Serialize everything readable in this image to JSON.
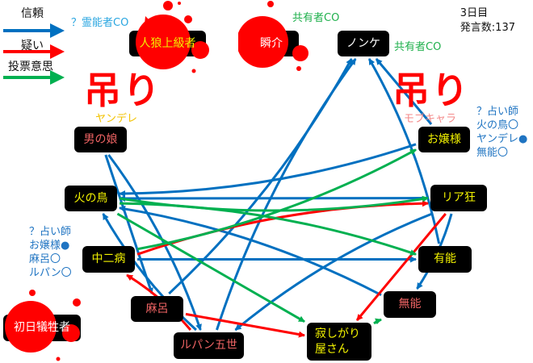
{
  "legend": [
    {
      "label": "信頼",
      "color": "#0070c0"
    },
    {
      "label": "疑い",
      "color": "#ff0000"
    },
    {
      "label": "投票意思",
      "color": "#00b050"
    }
  ],
  "status": {
    "day": "3日目",
    "posts": "発言数:137"
  },
  "hanged": [
    {
      "mark": "吊り",
      "name": "ヤンデレ"
    },
    {
      "mark": "吊り",
      "name": "モブキャラ"
    }
  ],
  "notes": {
    "medium_co": "？霊能者CO",
    "shared_co_1": "共有者CO",
    "shared_co_2": "共有者CO",
    "seer_right": [
      "？占い師",
      "火の鳥〇",
      "ヤンデレ●",
      "無能〇"
    ],
    "seer_left": [
      "？占い師",
      "お嬢様●",
      "麻呂〇",
      "ルパン〇"
    ]
  },
  "nodes": {
    "werewolf_senior": {
      "label": "人狼上級者",
      "dead": true
    },
    "shunsuke": {
      "label": "瞬介",
      "dead": true
    },
    "nonke": {
      "label": "ノンケ"
    },
    "otokonoko": {
      "label": "男の娘"
    },
    "hinotori": {
      "label": "火の鳥"
    },
    "ojousama": {
      "label": "お嬢様"
    },
    "riakyou": {
      "label": "リア狂"
    },
    "chuunibyou": {
      "label": "中二病"
    },
    "yuunou": {
      "label": "有能"
    },
    "maro": {
      "label": "麻呂"
    },
    "munou": {
      "label": "無能"
    },
    "first_victim": {
      "label": "初日犠牲者",
      "dead": true
    },
    "lupin": {
      "label": "ルパン五世"
    },
    "sabishigari": {
      "label": "寂しがり屋さん"
    }
  },
  "edges": [
    {
      "from": "otokonoko",
      "to": "lupin",
      "type": "trust"
    },
    {
      "from": "otokonoko",
      "to": "maro",
      "type": "trust"
    },
    {
      "from": "maro",
      "to": "nonke",
      "type": "trust"
    },
    {
      "from": "lupin",
      "to": "nonke",
      "type": "trust"
    },
    {
      "from": "ojousama",
      "to": "nonke",
      "type": "trust"
    },
    {
      "from": "yuunou",
      "to": "nonke",
      "type": "trust"
    },
    {
      "from": "ojousama",
      "to": "hinotori",
      "type": "trust"
    },
    {
      "from": "riakyou",
      "to": "hinotori",
      "type": "trust"
    },
    {
      "from": "riakyou",
      "to": "lupin",
      "type": "trust"
    },
    {
      "from": "riakyou",
      "to": "munou",
      "type": "trust"
    },
    {
      "from": "chuunibyou",
      "to": "yuunou",
      "type": "trust"
    },
    {
      "from": "munou",
      "to": "hinotori",
      "type": "trust"
    },
    {
      "from": "lupin",
      "to": "hinotori",
      "type": "trust"
    },
    {
      "from": "maro",
      "to": "sabishigari",
      "type": "doubt"
    },
    {
      "from": "lupin",
      "to": "chuunibyou",
      "type": "doubt"
    },
    {
      "from": "chuunibyou",
      "to": "riakyou",
      "type": "doubt"
    },
    {
      "from": "riakyou",
      "to": "sabishigari",
      "type": "doubt"
    },
    {
      "from": "hinotori",
      "to": "riakyou",
      "type": "vote"
    },
    {
      "from": "hinotori",
      "to": "yuunou",
      "type": "vote"
    },
    {
      "from": "hinotori",
      "to": "sabishigari",
      "type": "vote"
    },
    {
      "from": "chuunibyou",
      "to": "ojousama",
      "type": "vote"
    },
    {
      "from": "sabishigari",
      "to": "munou",
      "type": "vote"
    }
  ]
}
